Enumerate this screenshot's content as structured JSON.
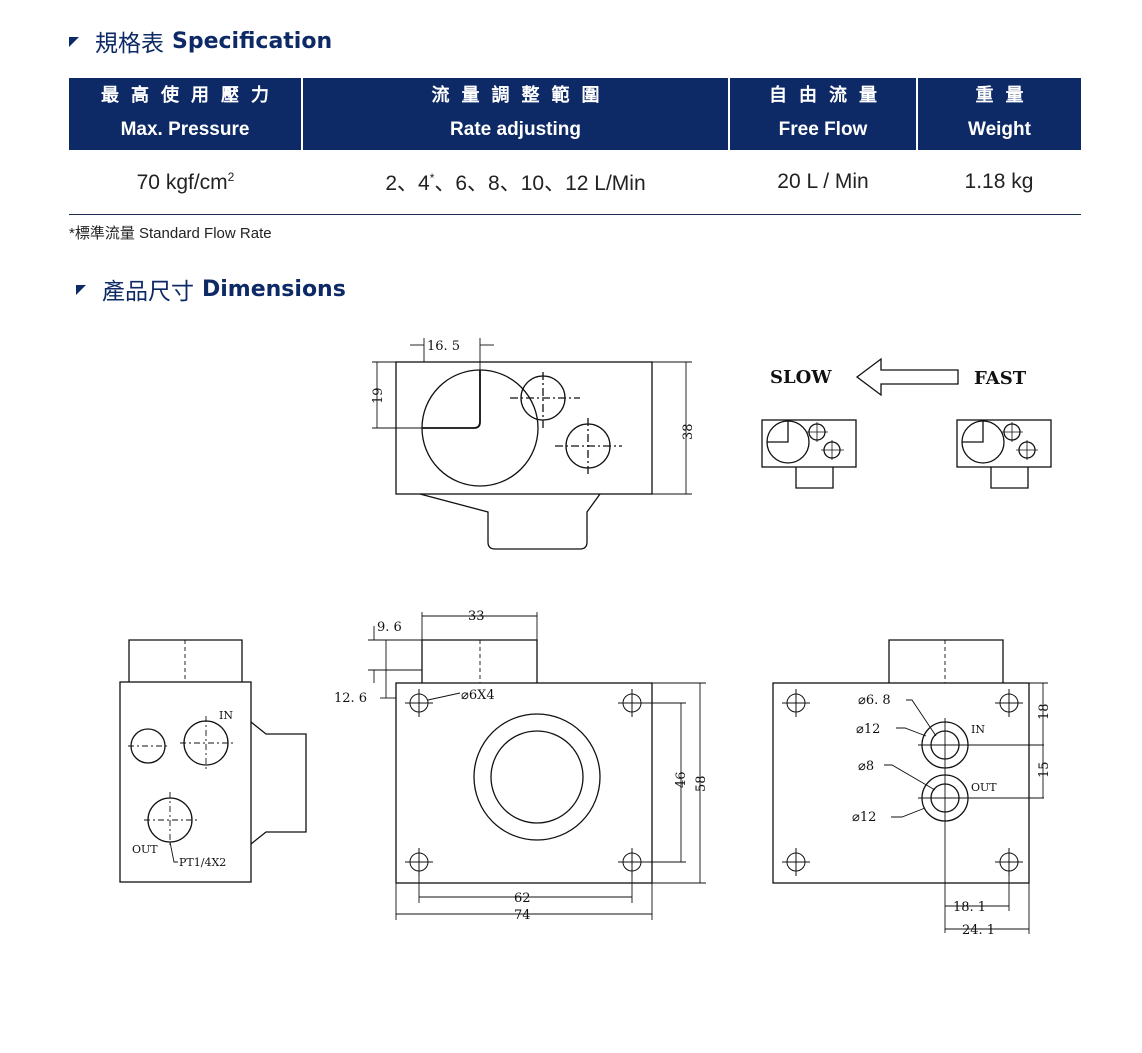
{
  "spec_section": {
    "title_zh": "規格表",
    "title_en": "Specification"
  },
  "table": {
    "headers": [
      {
        "zh": "最高使用壓力",
        "en": "Max. Pressure"
      },
      {
        "zh": "流量調整範圍",
        "en": "Rate adjusting"
      },
      {
        "zh": "自由流量",
        "en": "Free Flow"
      },
      {
        "zh": "重量",
        "en": "Weight"
      }
    ],
    "row": {
      "pressure": "70 kgf/cm",
      "pressure_sup": "2",
      "rate_a": "2、4",
      "rate_star": "*",
      "rate_b": "、6、8、10、12 L/Min",
      "free_flow": "20 L / Min",
      "weight": "1.18 kg"
    }
  },
  "footnote": "*標準流量 Standard Flow Rate",
  "dim_section": {
    "title_zh": "產品尺寸",
    "title_en": "Dimensions"
  },
  "drawing": {
    "slow": "SLOW",
    "fast": "FAST",
    "d_16_5": "16. 5",
    "d_19": "19",
    "d_38": "38",
    "d_9_6": "9. 6",
    "d_33": "33",
    "d_12_6": "12. 6",
    "d_6x4": "⌀6X4",
    "d_46": "46",
    "d_58": "58",
    "d_62": "62",
    "d_74": "74",
    "in": "IN",
    "out": "OUT",
    "pt": "PT1/4X2",
    "d_6_8": "⌀6. 8",
    "d_12a": "⌀12",
    "d_8": "⌀8",
    "d_12b": "⌀12",
    "d_18": "18",
    "d_15": "15",
    "d_18_1": "18. 1",
    "d_24_1": "24. 1"
  }
}
